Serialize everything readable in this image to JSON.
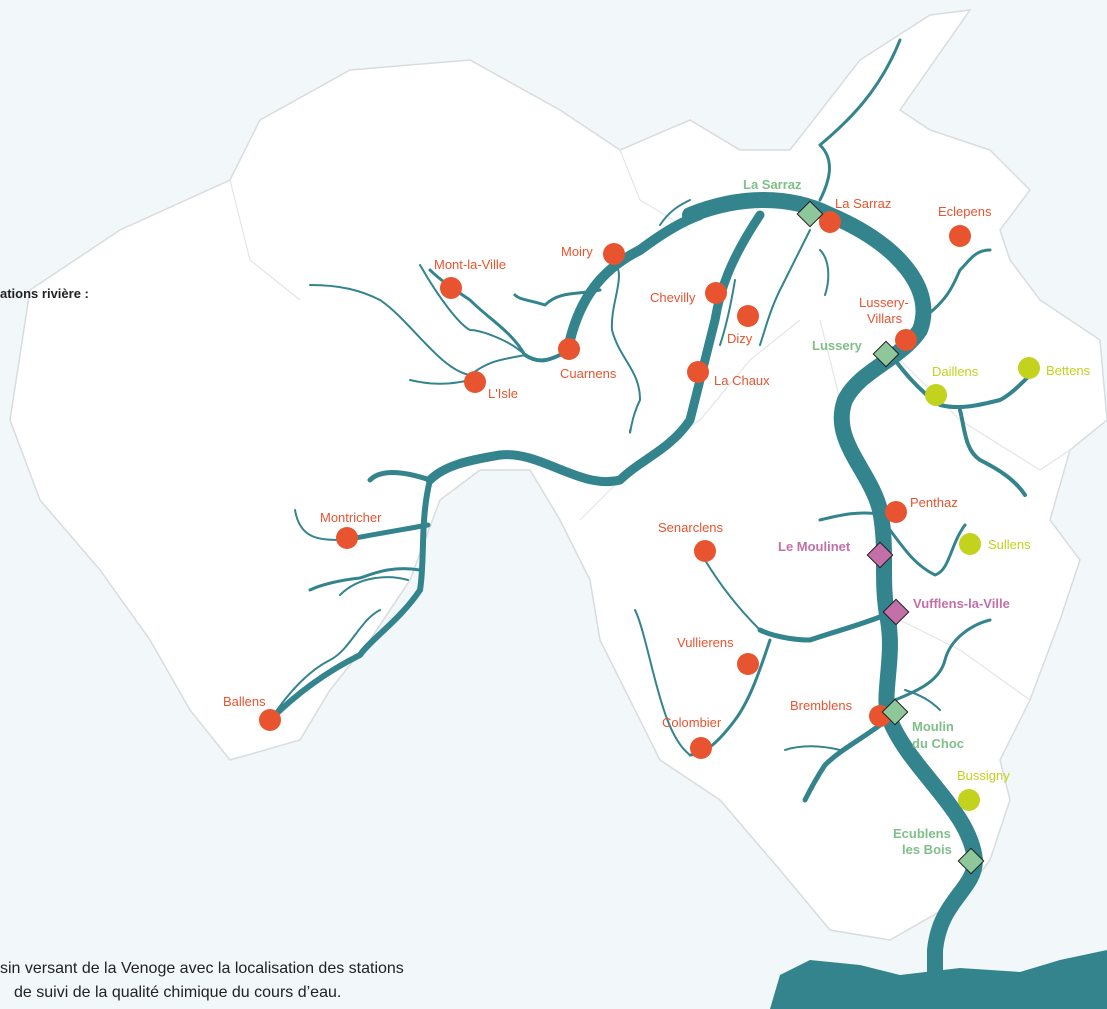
{
  "legend": {
    "heading": "ations rivière :"
  },
  "caption": {
    "line1": "sin versant de la Venoge avec la localisation des stations",
    "line2": "de suivi de la qualité chimique du cours d’eau."
  },
  "colors": {
    "river": "#34848e",
    "basin_fill": "#ffffff",
    "basin_border": "#d8dcdf",
    "background": "#f2f7f9",
    "station_red": "#e8542f",
    "station_yellow": "#c3d21c",
    "station_green": "#8ec79a",
    "station_pink": "#c370a8"
  },
  "stations_red": [
    {
      "name": "La Sarraz"
    },
    {
      "name": "Eclepens"
    },
    {
      "name": "Moiry"
    },
    {
      "name": "Mont-la-Ville"
    },
    {
      "name": "Chevilly"
    },
    {
      "name": "Dizy"
    },
    {
      "name": "Lussery-"
    },
    {
      "name": "Villars"
    },
    {
      "name": "Cuarnens"
    },
    {
      "name": "L'Isle"
    },
    {
      "name": "La Chaux"
    },
    {
      "name": "Montricher"
    },
    {
      "name": "Penthaz"
    },
    {
      "name": "Senarclens"
    },
    {
      "name": "Vullierens"
    },
    {
      "name": "Bremblens"
    },
    {
      "name": "Colombier"
    },
    {
      "name": "Ballens"
    }
  ],
  "stations_yellow": [
    {
      "name": "Daillens"
    },
    {
      "name": "Bettens"
    },
    {
      "name": "Sullens"
    },
    {
      "name": "Bussigny"
    }
  ],
  "stations_green": [
    {
      "name": "La Sarraz"
    },
    {
      "name": "Lussery"
    },
    {
      "name": "Moulin"
    },
    {
      "name": "du Choc"
    },
    {
      "name": "Ecublens"
    },
    {
      "name": "les Bois"
    }
  ],
  "stations_pink": [
    {
      "name": "Le Moulinet"
    },
    {
      "name": "Vufflens-la-Ville"
    }
  ]
}
